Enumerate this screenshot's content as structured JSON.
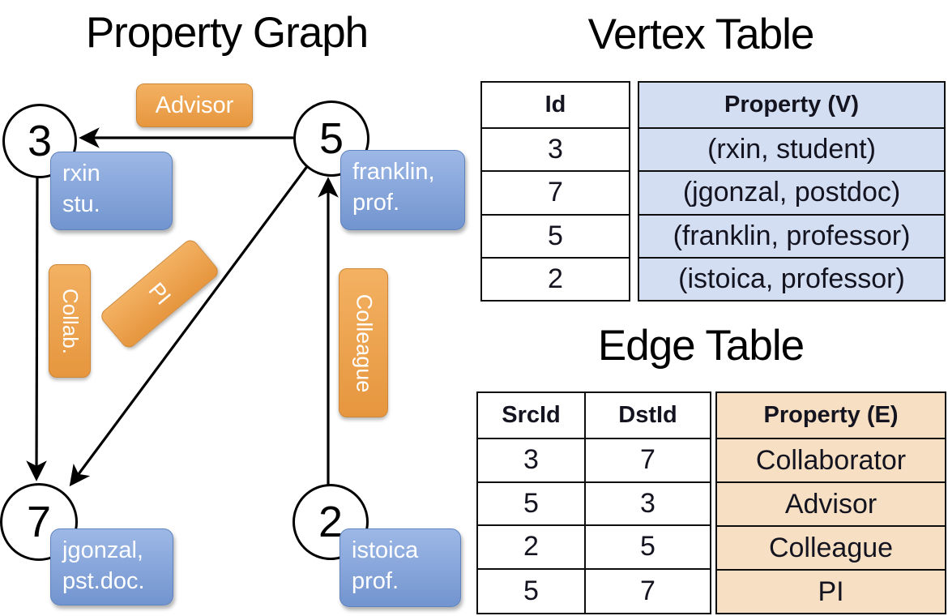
{
  "titles": {
    "graph": "Property Graph",
    "vertex_table": "Vertex Table",
    "edge_table": "Edge Table"
  },
  "graph": {
    "nodes": [
      {
        "id": "3",
        "property_lines": [
          "rxin",
          "stu."
        ]
      },
      {
        "id": "5",
        "property_lines": [
          "franklin,",
          "prof."
        ]
      },
      {
        "id": "7",
        "property_lines": [
          "jgonzal,",
          "pst.doc."
        ]
      },
      {
        "id": "2",
        "property_lines": [
          "istoica",
          "prof."
        ]
      }
    ],
    "edges": [
      {
        "src": "5",
        "dst": "3",
        "label": "Advisor"
      },
      {
        "src": "3",
        "dst": "7",
        "label": "Collab."
      },
      {
        "src": "5",
        "dst": "7",
        "label": "PI"
      },
      {
        "src": "2",
        "dst": "5",
        "label": "Colleague"
      }
    ]
  },
  "vertex_table": {
    "columns": [
      "Id",
      "Property (V)"
    ],
    "rows": [
      [
        "3",
        "(rxin, student)"
      ],
      [
        "7",
        "(jgonzal, postdoc)"
      ],
      [
        "5",
        "(franklin, professor)"
      ],
      [
        "2",
        "(istoica, professor)"
      ]
    ]
  },
  "edge_table": {
    "columns": [
      "SrcId",
      "DstId",
      "Property (E)"
    ],
    "rows": [
      [
        "3",
        "7",
        "Collaborator"
      ],
      [
        "5",
        "3",
        "Advisor"
      ],
      [
        "2",
        "5",
        "Colleague"
      ],
      [
        "5",
        "7",
        "PI"
      ]
    ]
  },
  "colors": {
    "edge_label_bg_top": "#f3b162",
    "edge_label_bg_bottom": "#e6963e",
    "edge_label_border": "#cd8636",
    "vertex_prop_bg_top": "#9db8e6",
    "vertex_prop_bg_bottom": "#7294cf",
    "vertex_prop_border": "#5f83bd",
    "vertex_table_cell_bg": "#d3def2",
    "edge_table_cell_bg": "#f6dfc2",
    "table_border": "#0e0e0e"
  }
}
